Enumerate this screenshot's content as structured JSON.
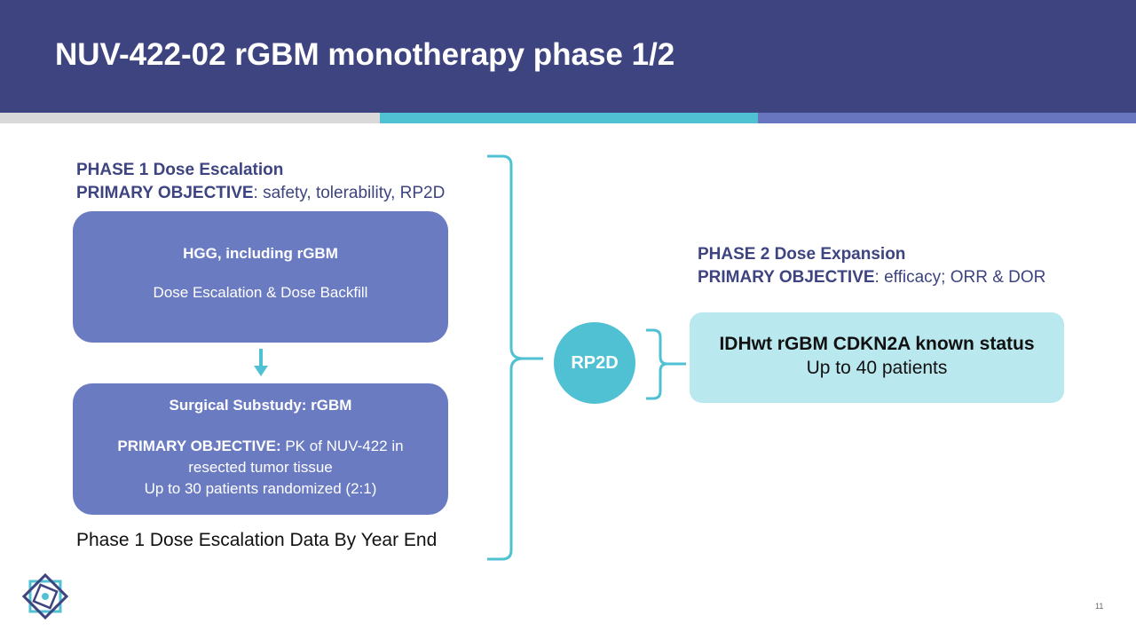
{
  "slide": {
    "title": "NUV-422-02 rGBM monotherapy phase 1/2",
    "page_number": "11"
  },
  "phase1": {
    "heading": "PHASE 1 Dose Escalation",
    "objective_label": "PRIMARY OBJECTIVE",
    "objective_text": ": safety, tolerability, RP2D",
    "box1": {
      "title": "HGG, including rGBM",
      "text": "Dose Escalation & Dose Backfill"
    },
    "box2": {
      "title": "Surgical Substudy:  rGBM",
      "objective_label": "PRIMARY OBJECTIVE:",
      "objective_text": " PK of NUV-422 in",
      "line2": "resected tumor tissue",
      "line3": "Up to 30 patients randomized (2:1)"
    },
    "footnote": "Phase 1 Dose Escalation Data By Year End"
  },
  "rp2d_label": "RP2D",
  "phase2": {
    "heading": "PHASE 2 Dose Expansion",
    "objective_label": "PRIMARY OBJECTIVE",
    "objective_text": ": efficacy; ORR & DOR",
    "box": {
      "title": "IDHwt rGBM CDKN2A known status",
      "text": "Up to 40 patients"
    }
  },
  "colors": {
    "header": "#3d4480",
    "box": "#6a7bc2",
    "accent": "#4fc1d3",
    "light_box": "#b9e8ee"
  },
  "icons": {
    "logo": "geometric-star-logo-icon",
    "arrow": "down-arrow-icon"
  }
}
